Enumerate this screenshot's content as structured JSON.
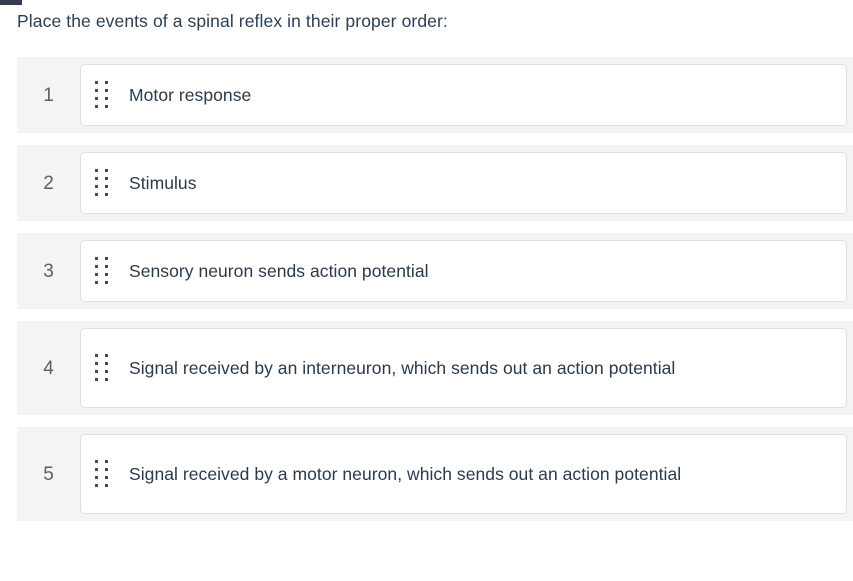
{
  "accent_color": "#313d4b",
  "prompt": "Place the events of a spinal reflex in their proper order:",
  "drag_handle_icon": "drag-handle-dots-icon",
  "items": [
    {
      "index": "1",
      "text": "Motor response"
    },
    {
      "index": "2",
      "text": "Stimulus"
    },
    {
      "index": "3",
      "text": "Sensory neuron sends action potential"
    },
    {
      "index": "4",
      "text": "Signal received by an interneuron, which sends out an action potential"
    },
    {
      "index": "5",
      "text": "Signal received by a motor neuron, which sends out an action potential"
    }
  ]
}
